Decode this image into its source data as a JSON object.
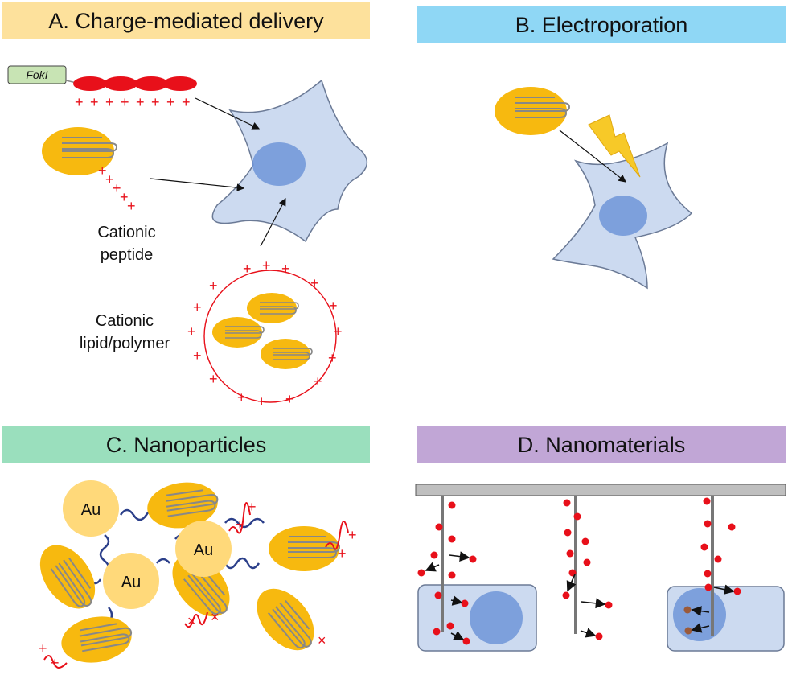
{
  "panels": {
    "a": {
      "title": "A. Charge-mediated delivery",
      "fokI_label": "FokI",
      "cationic_peptide": [
        "Cationic",
        "peptide"
      ],
      "cationic_lipid": [
        "Cationic",
        "lipid/polymer"
      ]
    },
    "b": {
      "title": "B. Electroporation"
    },
    "c": {
      "title": "C. Nanoparticles",
      "particle_label": "Au"
    },
    "d": {
      "title": "D. Nanomaterials"
    }
  },
  "colors": {
    "cas9": "#f7b90f",
    "cell": "#ccdaf0",
    "nucleus": "#6f95d8",
    "charge": "#e8101a",
    "bolt": "#f7c928",
    "gold": "#ffd97a",
    "linker": "#2b3f8a"
  }
}
